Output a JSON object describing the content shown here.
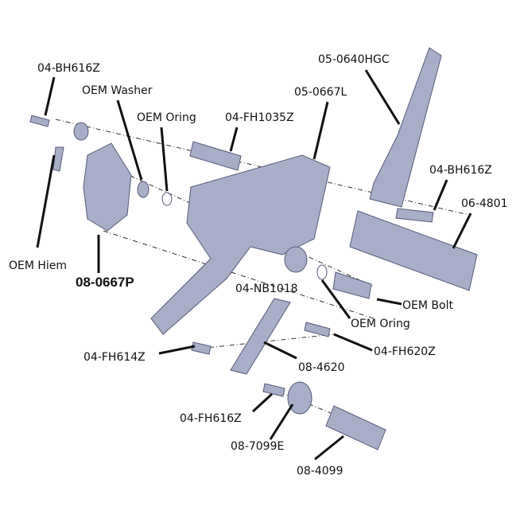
{
  "labels": {
    "bh616z_top": "04-BH616Z",
    "oem_washer": "OEM Washer",
    "oem_oring_top": "OEM Oring",
    "fh1035z": "04-FH1035Z",
    "l0667": "05-0667L",
    "hgc0640": "05-0640HGC",
    "bh616z_right": "04-BH616Z",
    "p4801": "06-4801",
    "oem_hiem": "OEM Hiem",
    "p0667p": "08-0667P",
    "nb1018": "04-NB1018",
    "oem_bolt": "OEM Bolt",
    "oem_oring_bottom": "OEM Oring",
    "fh620z": "04-FH620Z",
    "fh614z": "04-FH614Z",
    "p4620": "08-4620",
    "fh616z": "04-FH616Z",
    "p7099e": "08-7099E",
    "p4099": "08-4099"
  },
  "colors": {
    "part": "#a9aec8",
    "part_dark": "#6d7290",
    "leader": "#111111"
  }
}
